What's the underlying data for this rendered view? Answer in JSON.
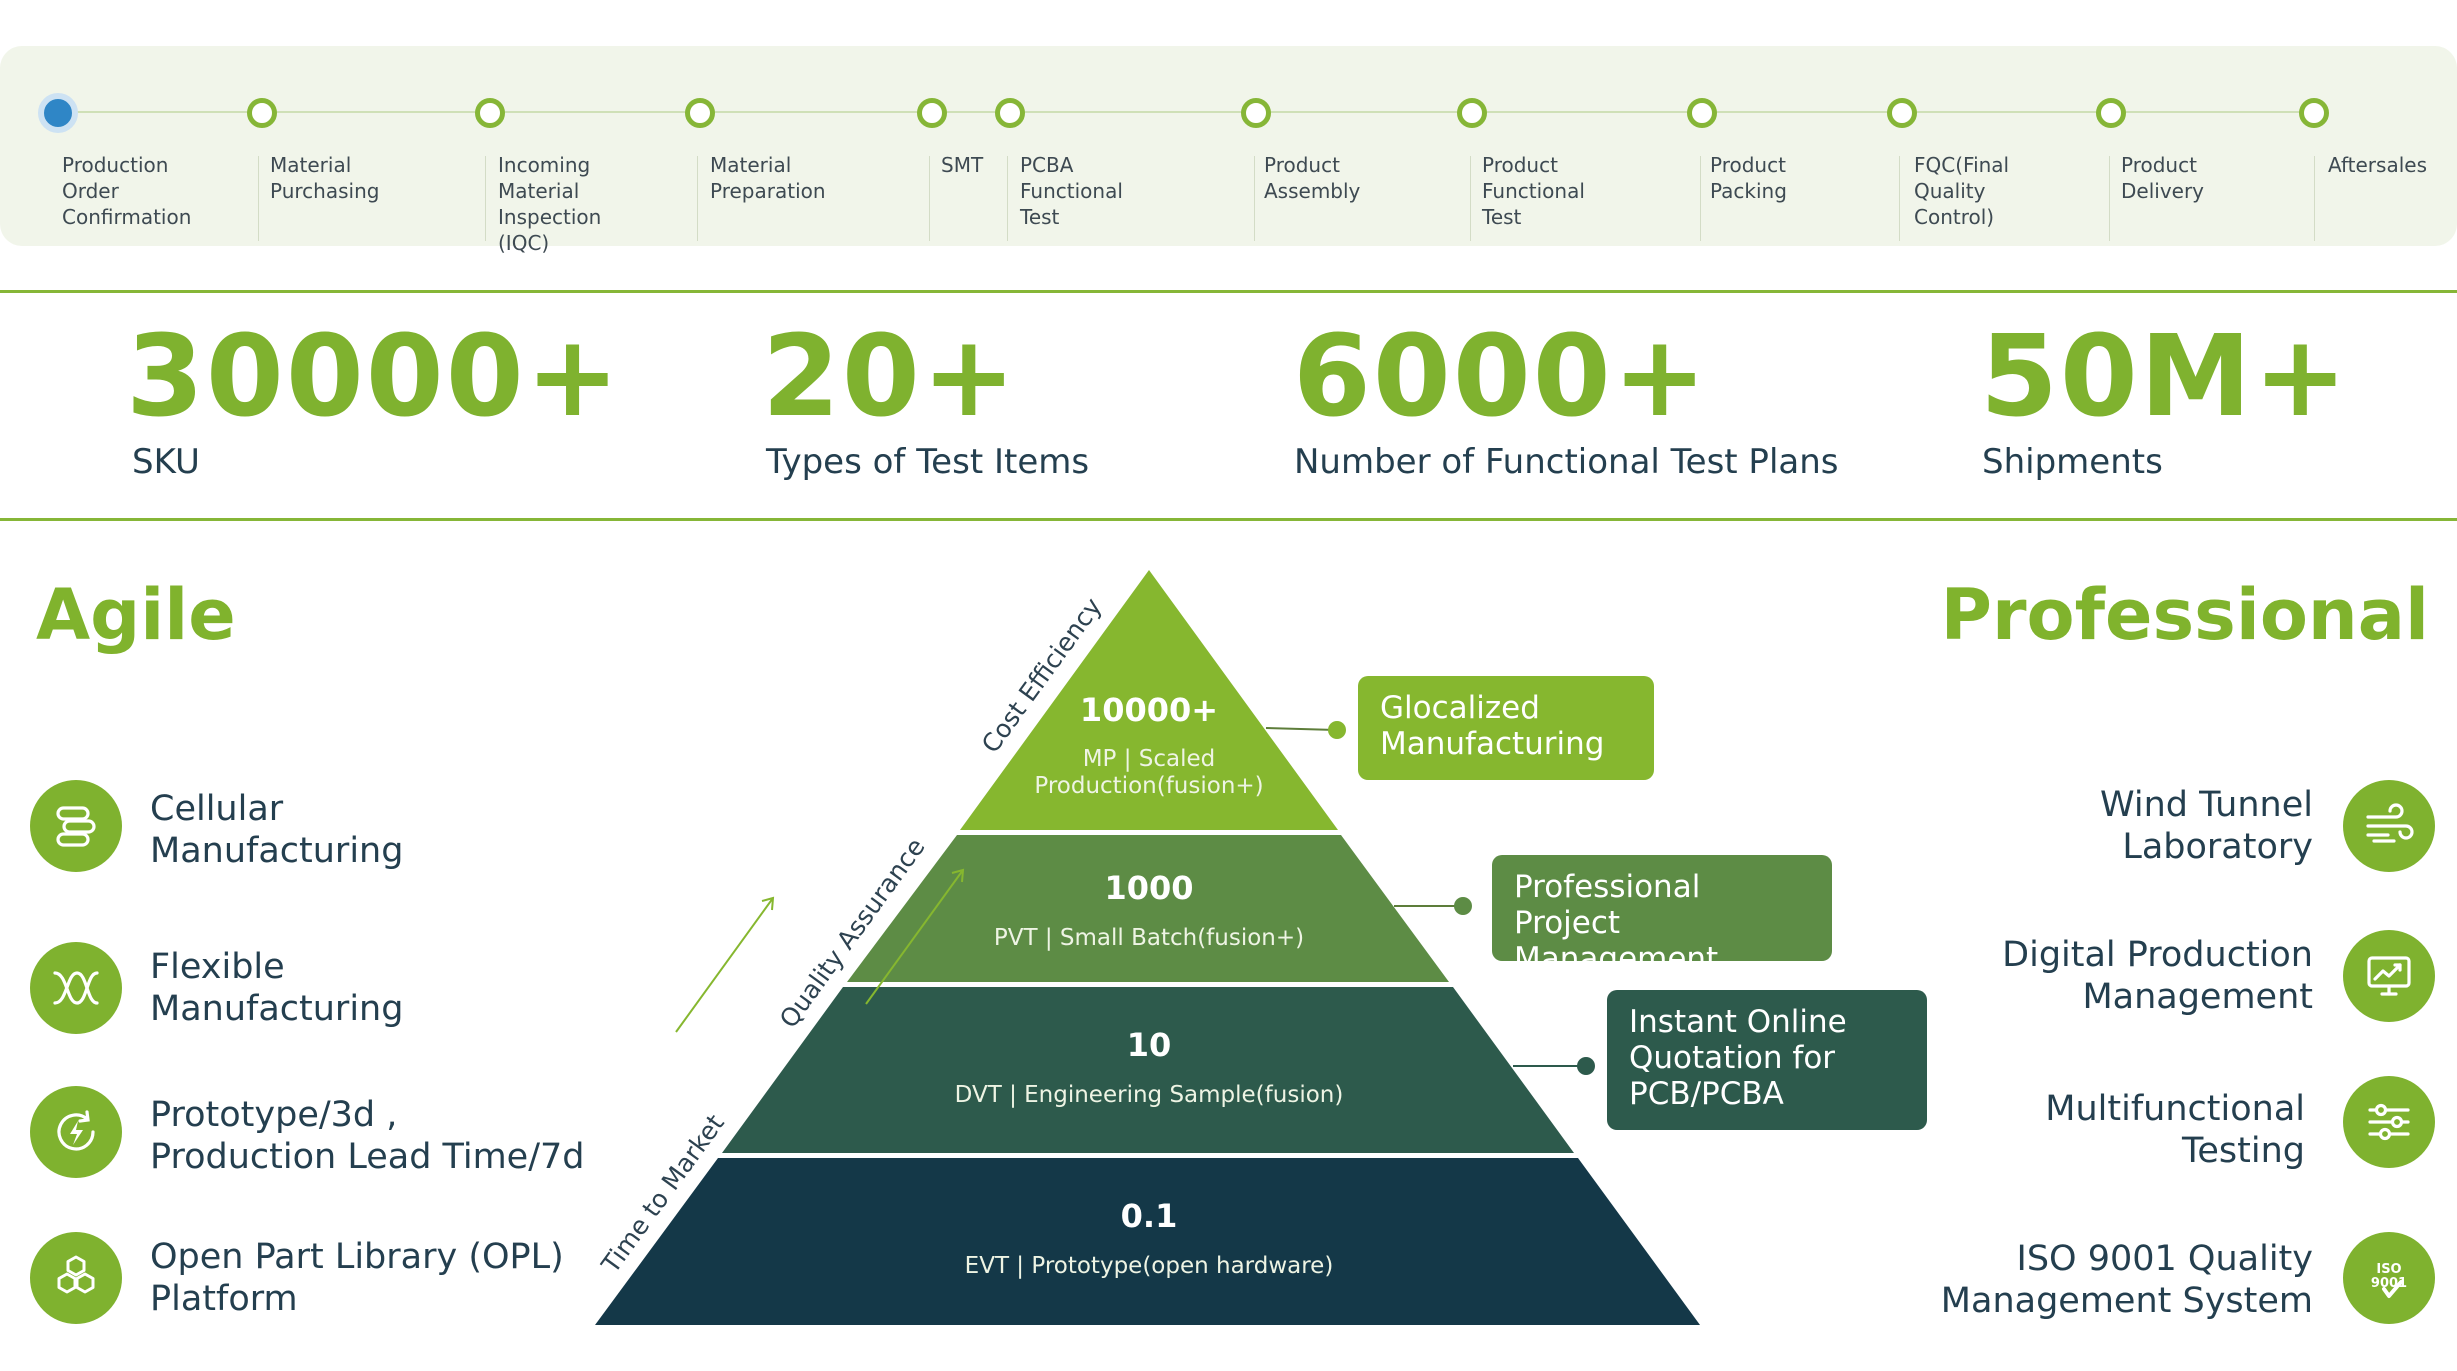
{
  "timeline": {
    "steps": [
      {
        "label": "Production Order\nConfirmation"
      },
      {
        "label": "Material Purchasing"
      },
      {
        "label": "Incoming Material\nInspection (IQC)"
      },
      {
        "label": "Material Preparation"
      },
      {
        "label": "SMT"
      },
      {
        "label": "PCBA Functional Test"
      },
      {
        "label": "Product Assembly"
      },
      {
        "label": "Product Functional\nTest"
      },
      {
        "label": "Product Packing"
      },
      {
        "label": "FQC(Final Quality\nControl)"
      },
      {
        "label": "Product Delivery"
      },
      {
        "label": "Aftersales"
      }
    ]
  },
  "stats": [
    {
      "value": "30000+",
      "caption": "SKU"
    },
    {
      "value": "20+",
      "caption": "Types of Test Items"
    },
    {
      "value": "6000+",
      "caption": "Number of Functional Test Plans"
    },
    {
      "value": "50M+",
      "caption": "Shipments"
    }
  ],
  "agile": {
    "title": "Agile",
    "items": [
      {
        "label": "Cellular\nManufacturing",
        "icon": "cellular-icon"
      },
      {
        "label": "Flexible\nManufacturing",
        "icon": "flexible-icon"
      },
      {
        "label": "Prototype/3d ,\nProduction Lead Time/7d",
        "icon": "lead-time-icon"
      },
      {
        "label": "Open Part Library (OPL)\nPlatform",
        "icon": "hexagon-icon"
      }
    ]
  },
  "professional": {
    "title": "Professional",
    "items": [
      {
        "label": "Wind Tunnel\nLaboratory",
        "icon": "wind-icon"
      },
      {
        "label": "Digital Production\nManagement",
        "icon": "monitor-icon"
      },
      {
        "label": "Multifunctional\nTesting",
        "icon": "sliders-icon"
      },
      {
        "label": "ISO 9001 Quality\nManagement System",
        "icon": "iso-badge-icon",
        "badge": "ISO\n9001"
      }
    ]
  },
  "pyramid": {
    "tiers": [
      {
        "number": "10000+",
        "sub": "MP | Scaled\nProduction(fusion+)",
        "color": "#86b72f"
      },
      {
        "number": "1000",
        "sub": "PVT | Small Batch(fusion+)",
        "color": "#5d8c45"
      },
      {
        "number": "10",
        "sub": "DVT | Engineering Sample(fusion)",
        "color": "#2d5a4c"
      },
      {
        "number": "0.1",
        "sub": "EVT | Prototype(open hardware)",
        "color": "#143848"
      }
    ],
    "axis": [
      "Time to Market",
      "Quality Assurance",
      "Cost Efficiency"
    ],
    "callouts": [
      {
        "label": "Glocalized\nManufacturing",
        "color": "#86b72f"
      },
      {
        "label": "Professional Project\nManagement",
        "color": "#5d8c45"
      },
      {
        "label": "Instant Online\nQuotation for\nPCB/PCBA",
        "color": "#2d5a4c"
      }
    ]
  },
  "colors": {
    "accent": "#80b32d",
    "text": "#243f4f",
    "timeline_bg": "#f1f5ea"
  }
}
